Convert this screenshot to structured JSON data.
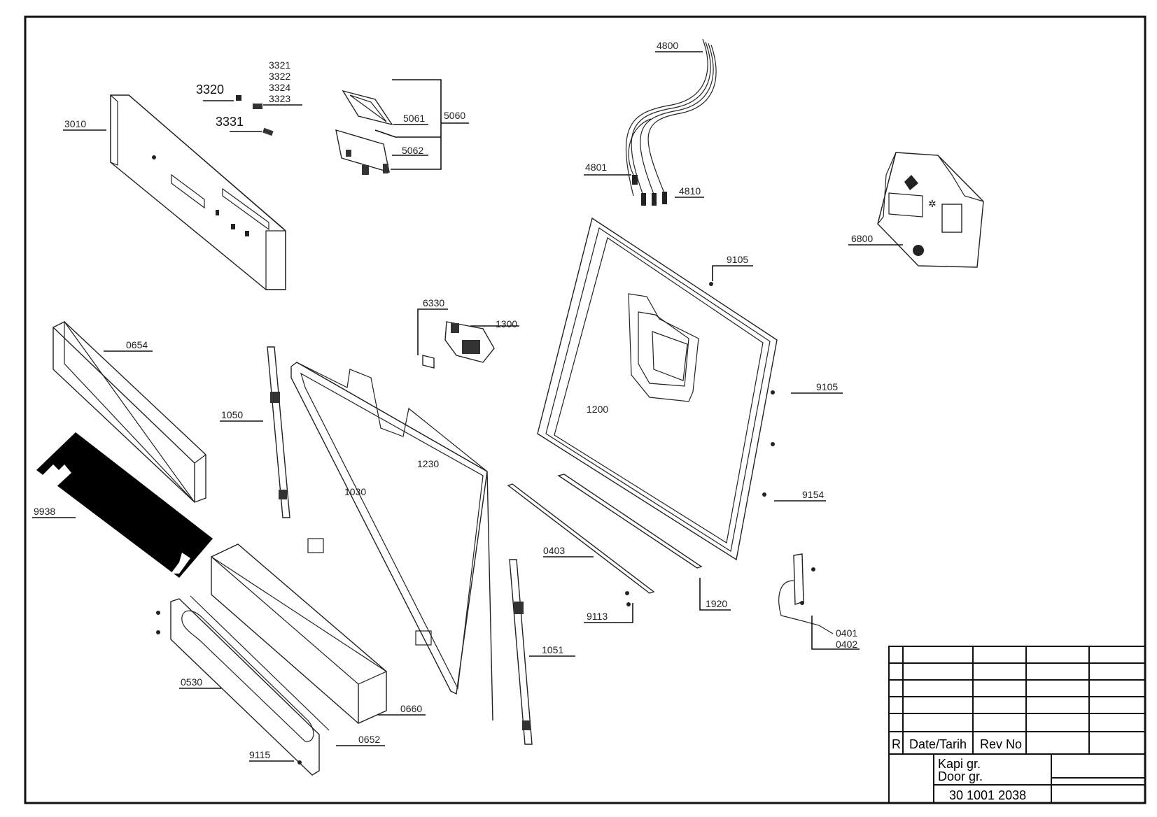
{
  "labels": {
    "l3321": "3321",
    "l3322": "3322",
    "l3324": "3324",
    "l3323": "3323",
    "l3320": "3320",
    "l3331": "3331",
    "l3010": "3010",
    "l5061": "5061",
    "l5060": "5060",
    "l5062": "5062",
    "l4800": "4800",
    "l4801": "4801",
    "l4810": "4810",
    "l6800": "6800",
    "l9105a": "9105",
    "l9105b": "9105",
    "l6330": "6330",
    "l1300": "1300",
    "l0654": "0654",
    "l1050": "1050",
    "l1200": "1200",
    "l1230": "1230",
    "l1030": "1030",
    "l9938": "9938",
    "l9154": "9154",
    "l0403": "0403",
    "l9113": "9113",
    "l1920": "1920",
    "l0401": "0401",
    "l0402": "0402",
    "l1051": "1051",
    "l0530": "0530",
    "l0660": "0660",
    "l0652": "0652",
    "l9115": "9115"
  },
  "title_block": {
    "r": "R",
    "date": "Date/Tarih",
    "rev": "Rev No",
    "name_tr": "Kapi gr.",
    "name_en": "Door gr.",
    "doc_no": "30 1001 2038"
  },
  "colors": {
    "line": "#111111",
    "paper": "#ffffff"
  }
}
